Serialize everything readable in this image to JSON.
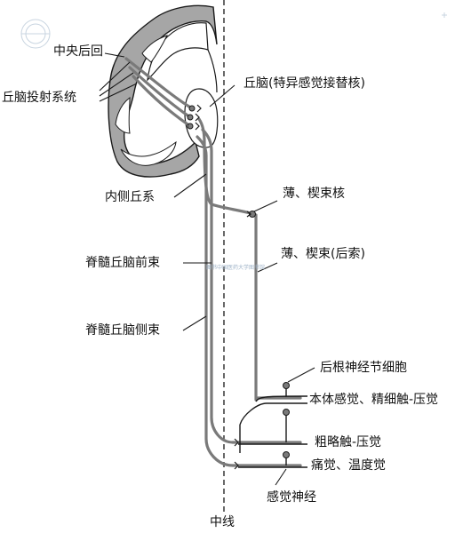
{
  "labels": {
    "postcentral_gyrus": "中央后回",
    "thalamic_projection_system": "丘脑投射系统",
    "thalamus_relay_nuclei": "丘脑(特异感觉接替核)",
    "medial_lemniscus": "内侧丘系",
    "gracile_cuneate_nuclei": "薄、楔束核",
    "anterior_spinothalamic_tract": "脊髓丘脑前束",
    "gracile_cuneate_fasciculus": "薄、楔束(后索)",
    "lateral_spinothalamic_tract": "脊髓丘脑侧束",
    "dorsal_root_ganglion": "后根神经节细胞",
    "proprioception_fine_touch": "本体感觉、精细触-压觉",
    "crude_touch_pressure": "粗略触-压觉",
    "pain_temperature": "痛觉、温度觉",
    "sensory_nerve": "感觉神经",
    "midline": "中线"
  },
  "watermark": "图书中国医药大学图书馆",
  "colors": {
    "cortex_fill": "#a6a6a6",
    "outline": "#1a1a1a",
    "pathway": "#7a7a7a"
  }
}
